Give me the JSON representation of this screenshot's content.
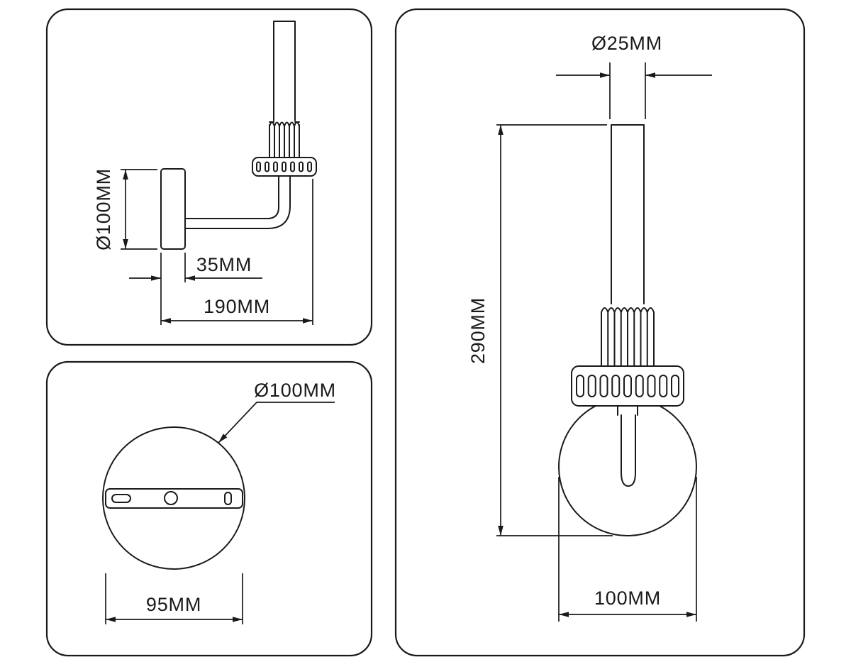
{
  "document": {
    "background_color": "#ffffff",
    "line_color": "#1a1a1a"
  },
  "side_view": {
    "label_plate_diameter": "Ø100MM",
    "label_plate_thickness": "35MM",
    "label_projection_depth": "190MM"
  },
  "backplate_view": {
    "label_plate_diameter": "Ø100MM",
    "label_hole_spacing": "95MM"
  },
  "front_view": {
    "label_tube_diameter": "Ø25MM",
    "label_fixture_height": "290MM",
    "label_shade_width": "100MM"
  }
}
